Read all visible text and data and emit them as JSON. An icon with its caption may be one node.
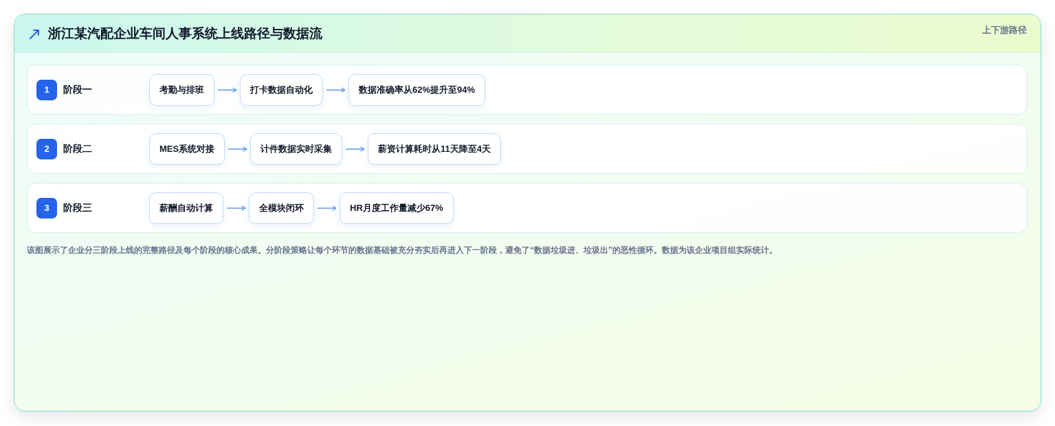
{
  "diagram": {
    "title": "浙江某汽配企业车间人事系统上线路径与数据流",
    "caption": "该图展示了企业分三阶段上线的完整路径及每个阶段的核心成果。分阶段策略让每个环节的数据基础被充分夯实后再进入下一阶段，避免了“数据垃圾进、垃圾出”的恶性循环。数据为该企业项目组实际统计。",
    "nodes": [
      {
        "text": [
          "阶段一"
        ]
      },
      {
        "text": [
          "1"
        ],
        "in": 0
      },
      {
        "text": [
          "考勤与排班"
        ],
        "in": 0
      },
      {
        "text": [
          "打卡数据自动化"
        ],
        "in": 0
      },
      {
        "text": [
          "数据准确率从62%提升至94%"
        ],
        "in": 0
      },
      {
        "text": [
          "阶段二"
        ]
      },
      {
        "text": [
          "2"
        ],
        "in": 5
      },
      {
        "text": [
          "MES系统对接"
        ],
        "in": 5
      },
      {
        "text": [
          "计件数据实时采集"
        ],
        "in": 5
      },
      {
        "text": [
          "薪资计算耗时从11天降至4天"
        ],
        "in": 5
      },
      {
        "text": [
          "阶段三"
        ]
      },
      {
        "text": [
          "3"
        ],
        "in": 10
      },
      {
        "text": [
          "薪酬自动计算"
        ],
        "in": 10
      },
      {
        "text": [
          "全模块闭环"
        ],
        "in": 10
      },
      {
        "text": [
          "HR月度工作量减少67%"
        ],
        "in": 10
      }
    ],
    "edges": [
      {
        "from": 2,
        "to": 3,
        "arrow": "to"
      },
      {
        "from": 3,
        "to": 4,
        "arrow": "to"
      },
      {
        "from": 7,
        "to": 8,
        "arrow": "to"
      },
      {
        "from": 8,
        "to": 9,
        "arrow": "to"
      },
      {
        "from": 12,
        "to": 13,
        "arrow": "to"
      },
      {
        "from": 13,
        "to": 14,
        "arrow": "to"
      }
    ],
    "labels": [
      "上下游路径"
    ]
  }
}
